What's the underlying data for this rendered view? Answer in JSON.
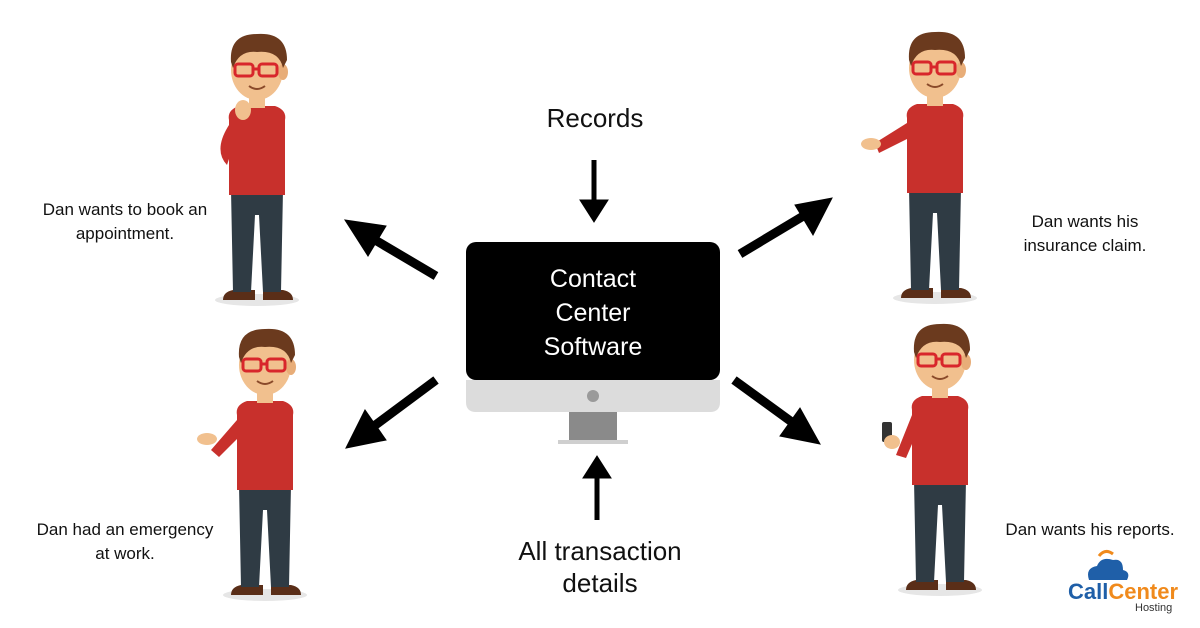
{
  "center": {
    "lines": [
      "Contact",
      "Center",
      "Software"
    ]
  },
  "inputs": {
    "top": "Records",
    "bottom_line1": "All transaction",
    "bottom_line2": "details"
  },
  "scenarios": {
    "top_left_line1": "Dan wants to book an",
    "top_left_line2": "appointment.",
    "top_right_line1": "Dan wants his",
    "top_right_line2": "insurance claim.",
    "bottom_left_line1": "Dan had an emergency",
    "bottom_left_line2": "at work.",
    "bottom_right": "Dan wants his reports."
  },
  "logo": {
    "call": "Call",
    "center": "Center",
    "hosting": "Hosting"
  },
  "colors": {
    "shirt": "#c8302c",
    "skin": "#f1c08e",
    "hair": "#6b3a1e",
    "pants": "#2f3b44",
    "glasses": "#d8262b",
    "screen": "#000000",
    "monitor_body": "#dcdcdc",
    "logo_blue": "#1f5fa8",
    "logo_orange": "#f08a1c"
  }
}
